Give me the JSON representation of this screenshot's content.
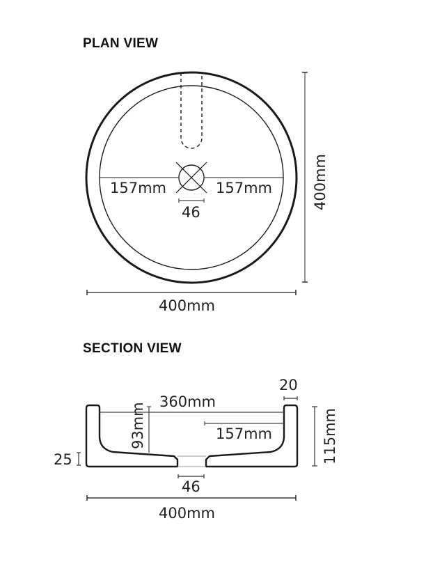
{
  "plan_view": {
    "title": "PLAN VIEW",
    "outer_diameter_label": "400mm",
    "height_label": "400mm",
    "left_radius_label": "157mm",
    "right_radius_label": "157mm",
    "waste_label": "46"
  },
  "section_view": {
    "title": "SECTION VIEW",
    "rim_width_label": "20",
    "inner_width_label": "360mm",
    "depth_label": "93mm",
    "inner_radius_label": "157mm",
    "base_thickness_label": "25",
    "total_height_label": "115mm",
    "waste_label": "46",
    "outer_width_label": "400mm"
  },
  "colors": {
    "line": "#1a1a1a",
    "dimension": "#555555",
    "background": "#ffffff"
  }
}
